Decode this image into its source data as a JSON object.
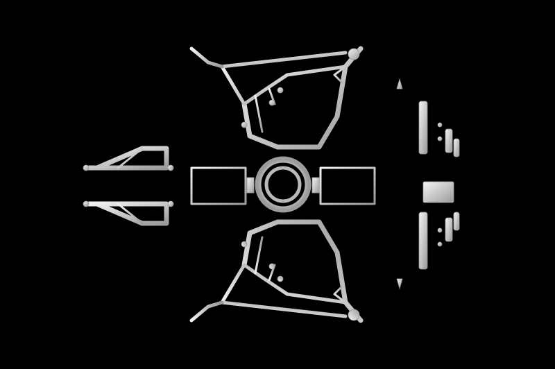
{
  "scene": {
    "background": "#000000",
    "metal_light": "#f2f2f2",
    "metal_mid": "#c9c9c9",
    "metal_dark": "#8c8c8c",
    "subject": [
      "frame-half-top",
      "frame-half-bottom",
      "swingarm",
      "sprue-runner",
      "hub-ring",
      "spoke-grid-left",
      "spoke-grid-right",
      "fork-tube",
      "shock-parts"
    ]
  }
}
